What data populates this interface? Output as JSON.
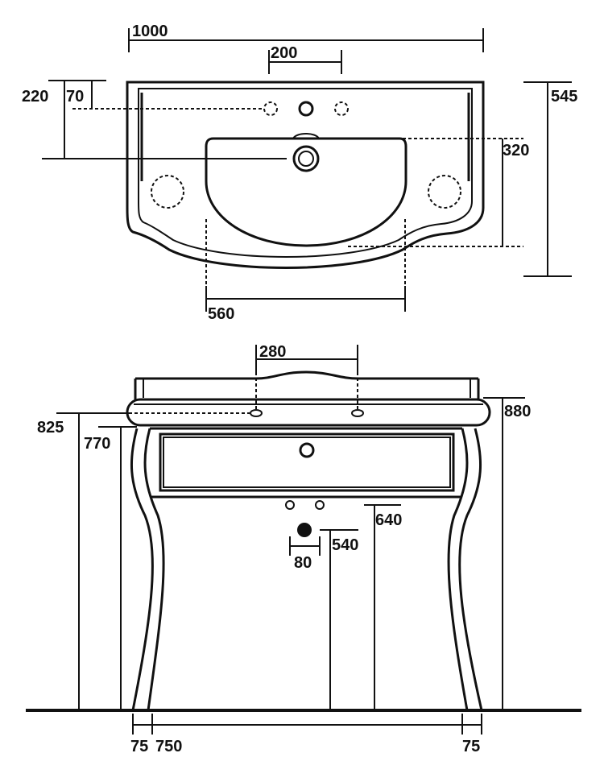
{
  "top_view": {
    "dim_width": "1000",
    "dim_tap_holes": "200",
    "dim_depth_to_waste": "220",
    "dim_depth_to_taps": "70",
    "dim_total_depth": "545",
    "dim_bowl_depth": "320",
    "dim_bowl_width": "560"
  },
  "front_view": {
    "dim_fixing_holes": "280",
    "dim_rim_height": "880",
    "dim_fixing_height": "825",
    "dim_frame_height": "770",
    "dim_drain_centres": "80",
    "dim_drain_height": "540",
    "dim_trap_height": "640",
    "dim_leg_left": "75",
    "dim_leg_span": "750",
    "dim_leg_right": "75"
  },
  "colors": {
    "line": "#111111",
    "background": "#ffffff"
  }
}
